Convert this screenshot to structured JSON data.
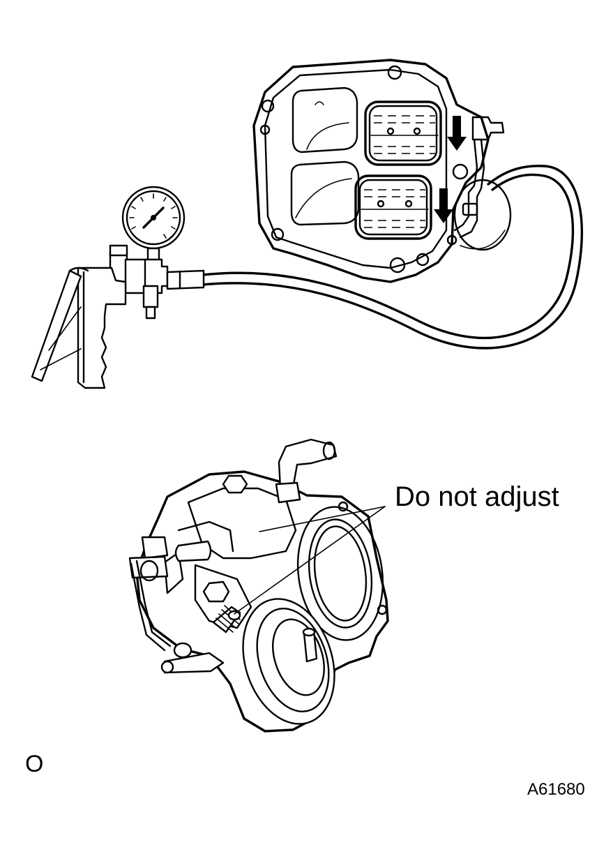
{
  "labels": {
    "callout": "Do not adjust",
    "corner_mark": "O",
    "figure_id": "A61680"
  },
  "colors": {
    "line": "#000000",
    "background": "#ffffff"
  },
  "icons": {
    "top": "vacuum-pump-with-gauge-connected-to-throttle-body",
    "bottom": "throttle-body-with-dashpot"
  }
}
